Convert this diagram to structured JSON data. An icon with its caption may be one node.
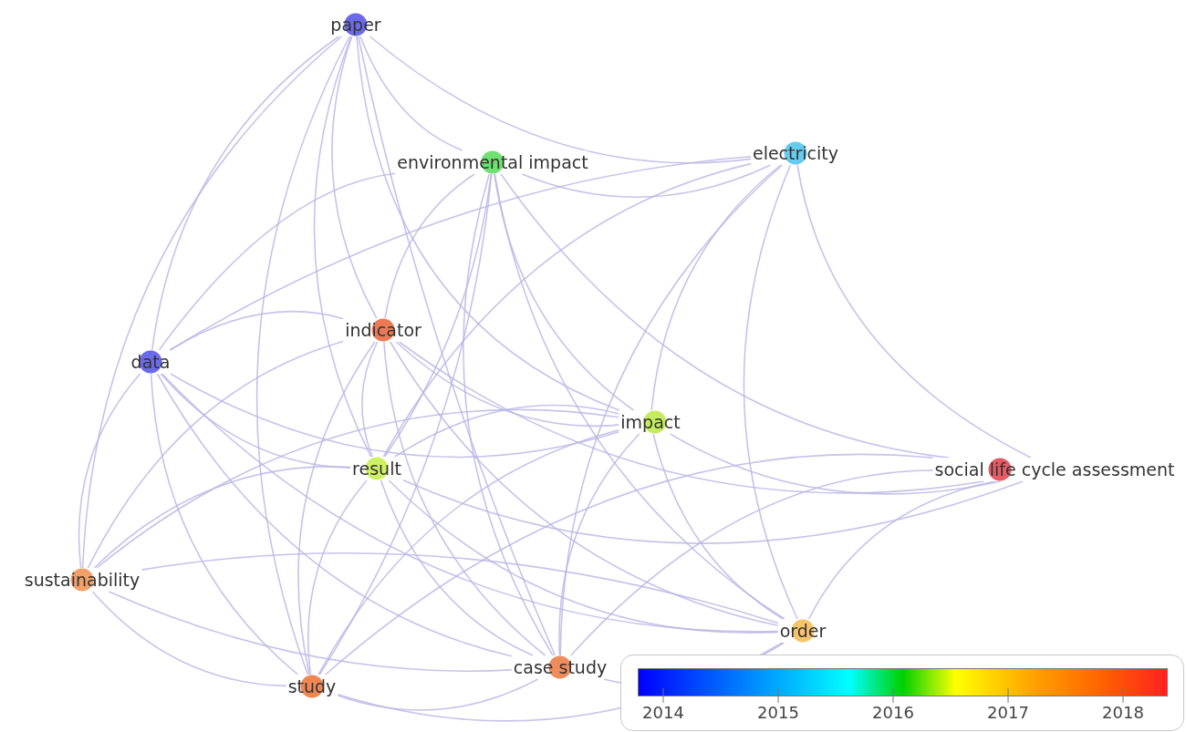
{
  "diagram": {
    "nodes": [
      {
        "text": [
          "paper"
        ]
      },
      {
        "text": [
          "environmental impact"
        ]
      },
      {
        "text": [
          "electricity"
        ]
      },
      {
        "text": [
          "indicator"
        ]
      },
      {
        "text": [
          "data"
        ]
      },
      {
        "text": [
          "impact"
        ]
      },
      {
        "text": [
          "result"
        ]
      },
      {
        "text": [
          "social life cycle assessment"
        ]
      },
      {
        "text": [
          "sustainability"
        ]
      },
      {
        "text": [
          "case study"
        ]
      },
      {
        "text": [
          "order"
        ]
      },
      {
        "text": [
          "study"
        ]
      }
    ],
    "edges": [
      {
        "from": 0,
        "to": 2,
        "arrow": "none"
      },
      {
        "from": 0,
        "to": 1,
        "arrow": "none"
      },
      {
        "from": 0,
        "to": 4,
        "arrow": "none"
      },
      {
        "from": 0,
        "to": 6,
        "arrow": "none"
      },
      {
        "from": 0,
        "to": 11,
        "arrow": "none"
      },
      {
        "from": 0,
        "to": 3,
        "arrow": "none"
      },
      {
        "from": 0,
        "to": 9,
        "arrow": "none"
      },
      {
        "from": 0,
        "to": 8,
        "arrow": "none"
      },
      {
        "from": 0,
        "to": 5,
        "arrow": "none"
      },
      {
        "from": 1,
        "to": 2,
        "arrow": "none"
      },
      {
        "from": 1,
        "to": 4,
        "arrow": "none"
      },
      {
        "from": 1,
        "to": 3,
        "arrow": "none"
      },
      {
        "from": 1,
        "to": 6,
        "arrow": "none"
      },
      {
        "from": 1,
        "to": 5,
        "arrow": "none"
      },
      {
        "from": 1,
        "to": 11,
        "arrow": "none"
      },
      {
        "from": 1,
        "to": 7,
        "arrow": "none"
      },
      {
        "from": 1,
        "to": 9,
        "arrow": "none"
      },
      {
        "from": 1,
        "to": 10,
        "arrow": "none"
      },
      {
        "from": 2,
        "to": 4,
        "arrow": "none"
      },
      {
        "from": 2,
        "to": 6,
        "arrow": "none"
      },
      {
        "from": 2,
        "to": 5,
        "arrow": "none"
      },
      {
        "from": 2,
        "to": 7,
        "arrow": "none"
      },
      {
        "from": 2,
        "to": 10,
        "arrow": "none"
      },
      {
        "from": 2,
        "to": 9,
        "arrow": "none"
      },
      {
        "from": 3,
        "to": 4,
        "arrow": "none"
      },
      {
        "from": 3,
        "to": 7,
        "arrow": "none"
      },
      {
        "from": 3,
        "to": 5,
        "arrow": "none"
      },
      {
        "from": 3,
        "to": 11,
        "arrow": "none"
      },
      {
        "from": 3,
        "to": 8,
        "arrow": "none"
      },
      {
        "from": 3,
        "to": 9,
        "arrow": "none"
      },
      {
        "from": 3,
        "to": 10,
        "arrow": "none"
      },
      {
        "from": 3,
        "to": 6,
        "arrow": "none"
      },
      {
        "from": 4,
        "to": 6,
        "arrow": "none"
      },
      {
        "from": 4,
        "to": 11,
        "arrow": "none"
      },
      {
        "from": 4,
        "to": 8,
        "arrow": "none"
      },
      {
        "from": 4,
        "to": 9,
        "arrow": "none"
      },
      {
        "from": 4,
        "to": 10,
        "arrow": "none"
      },
      {
        "from": 4,
        "to": 5,
        "arrow": "none"
      },
      {
        "from": 5,
        "to": 6,
        "arrow": "none"
      },
      {
        "from": 5,
        "to": 8,
        "arrow": "none"
      },
      {
        "from": 5,
        "to": 9,
        "arrow": "none"
      },
      {
        "from": 5,
        "to": 10,
        "arrow": "none"
      },
      {
        "from": 5,
        "to": 11,
        "arrow": "none"
      },
      {
        "from": 5,
        "to": 7,
        "arrow": "none"
      },
      {
        "from": 6,
        "to": 8,
        "arrow": "none"
      },
      {
        "from": 6,
        "to": 11,
        "arrow": "none"
      },
      {
        "from": 6,
        "to": 9,
        "arrow": "none"
      },
      {
        "from": 6,
        "to": 10,
        "arrow": "none"
      },
      {
        "from": 6,
        "to": 7,
        "arrow": "none"
      },
      {
        "from": 7,
        "to": 9,
        "arrow": "none"
      },
      {
        "from": 7,
        "to": 10,
        "arrow": "none"
      },
      {
        "from": 7,
        "to": 11,
        "arrow": "none"
      },
      {
        "from": 8,
        "to": 11,
        "arrow": "none"
      },
      {
        "from": 8,
        "to": 9,
        "arrow": "none"
      },
      {
        "from": 8,
        "to": 10,
        "arrow": "none"
      },
      {
        "from": 11,
        "to": 9,
        "arrow": "none"
      },
      {
        "from": 11,
        "to": 10,
        "arrow": "none"
      },
      {
        "from": 9,
        "to": 10,
        "arrow": "none"
      }
    ],
    "labels": [
      "2014",
      "2015",
      "2016",
      "2017",
      "2018"
    ]
  }
}
